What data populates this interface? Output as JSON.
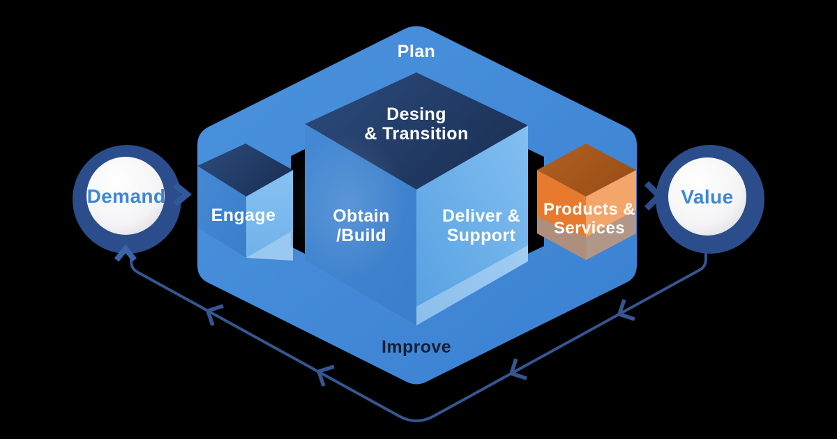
{
  "diagram": {
    "type": "service-value-chain",
    "outer_band": {
      "top_label": "Plan",
      "bottom_label": "Improve"
    },
    "activities": {
      "engage": {
        "label": "Engage"
      },
      "design_transition": {
        "line1": "Desing",
        "line2": "& Transition"
      },
      "obtain_build": {
        "line1": "Obtain",
        "line2": "/Build"
      },
      "deliver_support": {
        "line1": "Deliver &",
        "line2": "Support"
      },
      "products_services": {
        "line1": "Products &",
        "line2": "Services"
      }
    },
    "terminals": {
      "demand": {
        "label": "Demand"
      },
      "value": {
        "label": "Value"
      }
    },
    "colors": {
      "background": "#000000",
      "band_blue": "#4289d8",
      "dark_navy": "#24406e",
      "cube_light_blue": "#76b6ec",
      "engage_reflection": "#a8d2f5",
      "orange_left": "#e87a2e",
      "orange_right": "#f4a56a",
      "orange_top": "#a9581e",
      "gray_overlay": "#9f9390",
      "ring_navy": "#2c4d8c",
      "circle_label_blue": "#3e87d3",
      "flow_chevron_blue": "#31589b",
      "loop_line_navy": "#35568f",
      "demand_arrow_blue": "#3a64a8",
      "improve_text": "#131f38",
      "slot_black": "#000000"
    }
  }
}
